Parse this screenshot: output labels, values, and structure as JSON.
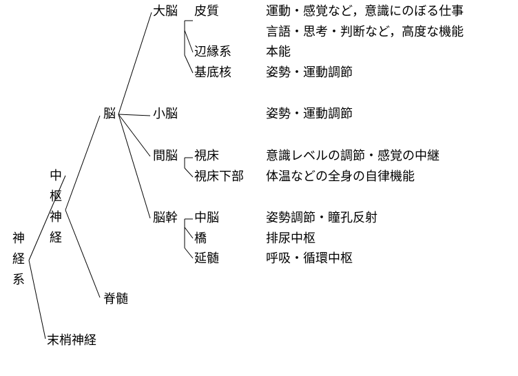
{
  "diagram": {
    "root": {
      "label": "神経系",
      "children": [
        {
          "label": "中枢神経",
          "children": [
            {
              "label": "脳",
              "children": [
                {
                  "label": "大脳",
                  "children": [
                    {
                      "label": "皮質",
                      "functions": [
                        "運動・感覚など，意識にのぼる仕事",
                        "言語・思考・判断など，高度な機能"
                      ]
                    },
                    {
                      "label": "辺縁系",
                      "functions": [
                        "本能"
                      ]
                    },
                    {
                      "label": "基底核",
                      "functions": [
                        "姿勢・運動調節"
                      ]
                    }
                  ]
                },
                {
                  "label": "小脳",
                  "functions": [
                    "姿勢・運動調節"
                  ]
                },
                {
                  "label": "間脳",
                  "children": [
                    {
                      "label": "視床",
                      "functions": [
                        "意識レベルの調節・感覚の中継"
                      ]
                    },
                    {
                      "label": "視床下部",
                      "functions": [
                        "体温などの全身の自律機能"
                      ]
                    }
                  ]
                },
                {
                  "label": "脳幹",
                  "children": [
                    {
                      "label": "中脳",
                      "functions": [
                        "姿勢調節・瞳孔反射"
                      ]
                    },
                    {
                      "label": "橋",
                      "functions": [
                        "排尿中枢"
                      ]
                    },
                    {
                      "label": "延髄",
                      "functions": [
                        "呼吸・循環中枢"
                      ]
                    }
                  ]
                }
              ]
            },
            {
              "label": "脊髄"
            }
          ]
        },
        {
          "label": "末梢神経"
        }
      ]
    }
  }
}
